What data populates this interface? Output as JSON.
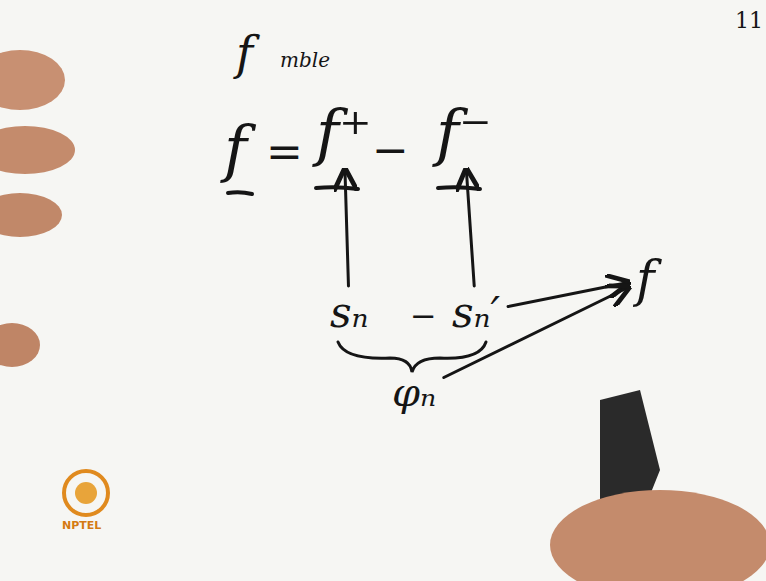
{
  "diagram": {
    "nodes": [
      {
        "text": [
          "f⁺"
        ]
      },
      {
        "text": [
          "f⁻"
        ]
      },
      {
        "text": [
          "sₙ"
        ]
      },
      {
        "text": [
          "sₙ′"
        ]
      },
      {
        "text": [
          "f"
        ]
      },
      {
        "text": [
          "φₙ"
        ]
      }
    ],
    "edges": [
      {
        "from": 2,
        "to": 0,
        "arrow": "to"
      },
      {
        "from": 3,
        "to": 1,
        "arrow": "to"
      },
      {
        "from": 3,
        "to": 4,
        "arrow": "to"
      },
      {
        "from": 5,
        "to": 4,
        "arrow": "to"
      }
    ],
    "labels": [
      "11",
      "f",
      "mble",
      "f",
      "=",
      "−",
      "−",
      "NPTEL"
    ]
  }
}
